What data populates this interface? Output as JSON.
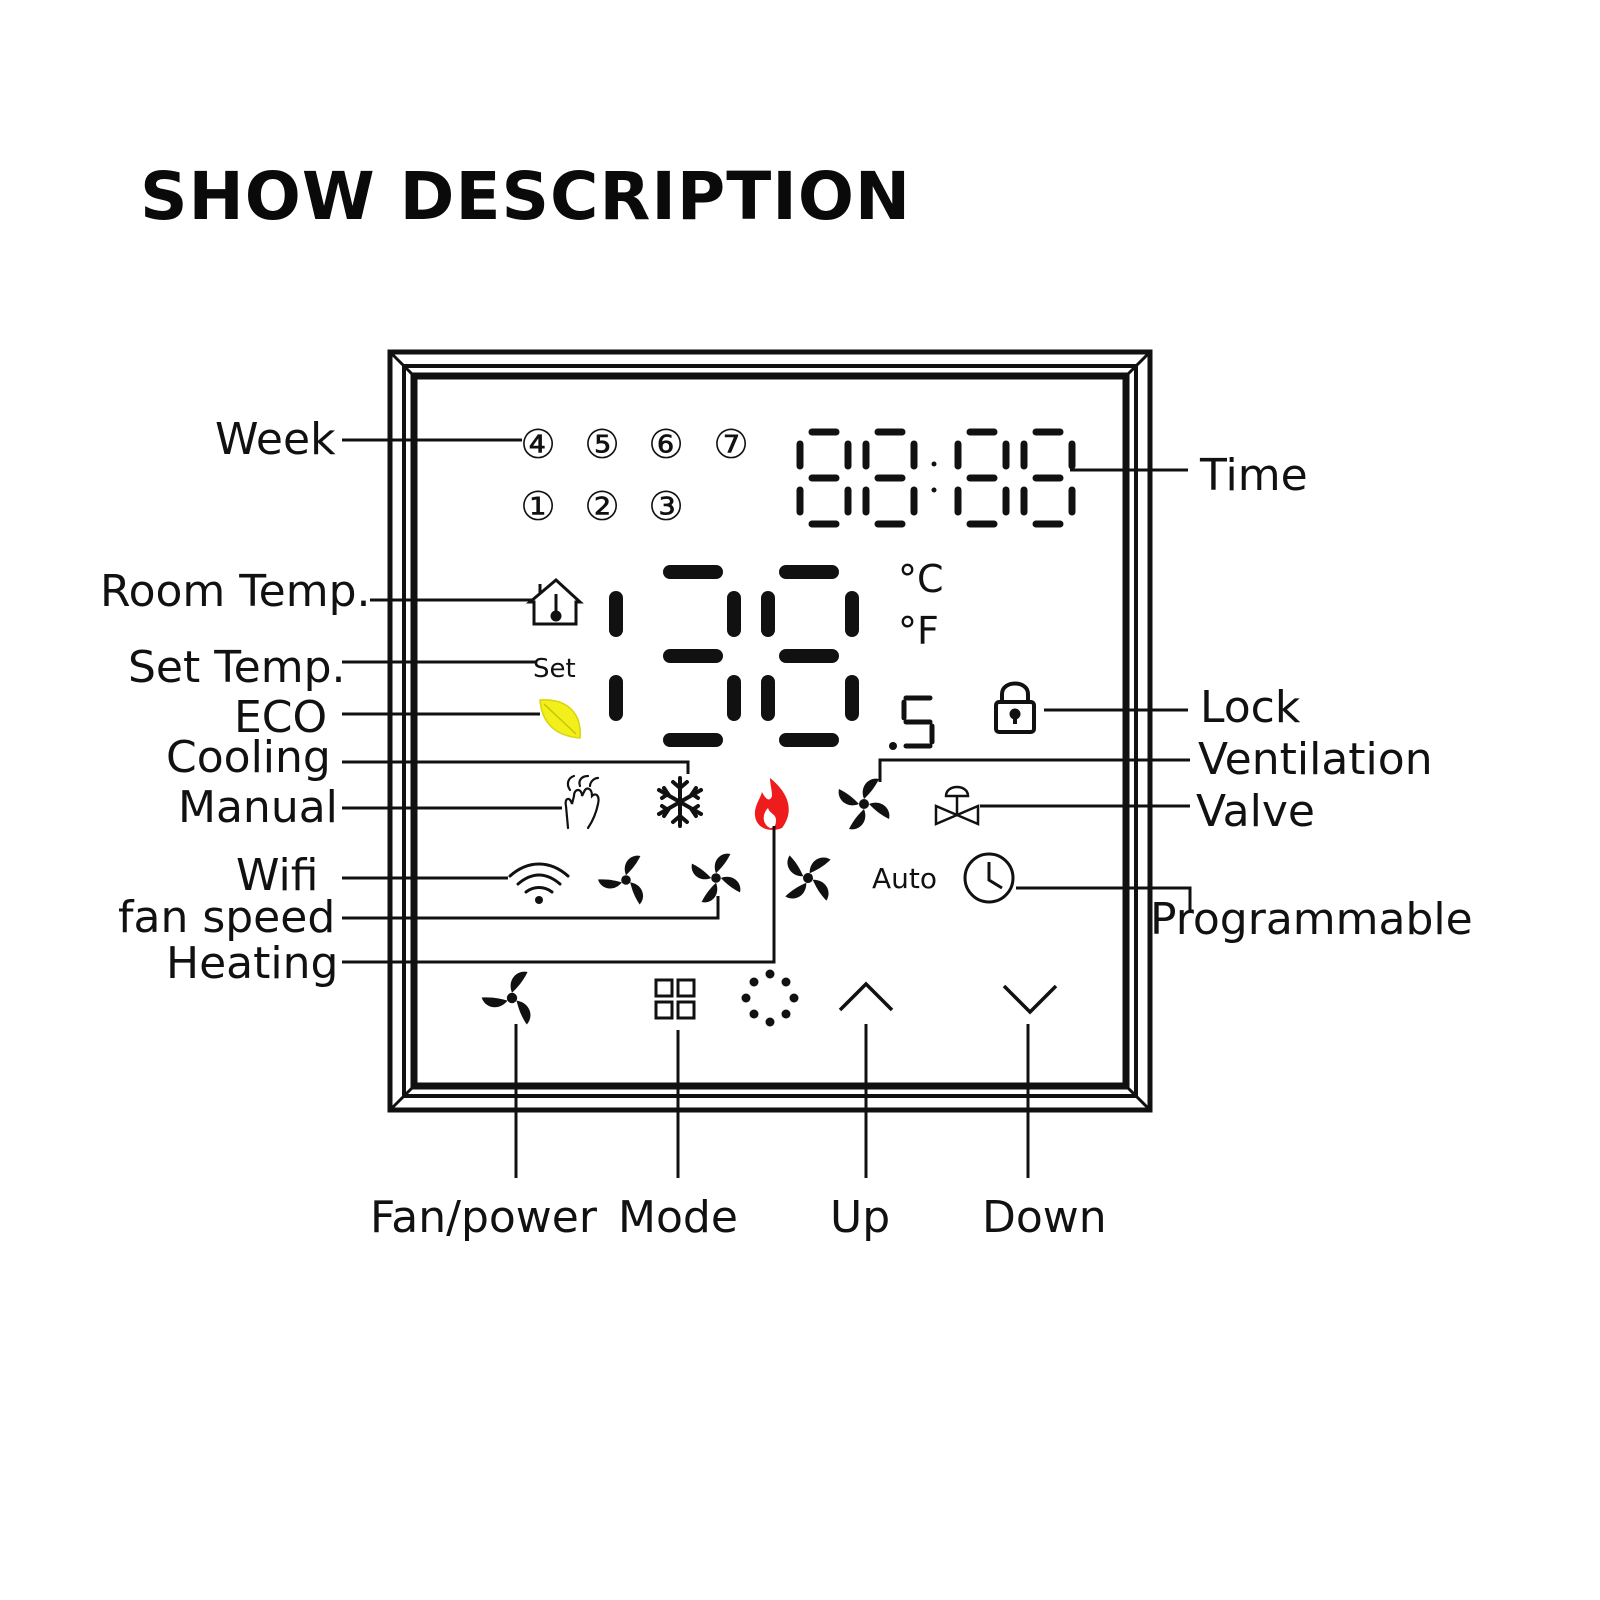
{
  "title": "SHOW DESCRIPTION",
  "labels": {
    "week": "Week",
    "time": "Time",
    "room_temp": "Room Temp.",
    "set_temp": "Set Temp.",
    "eco": "ECO",
    "cooling": "Cooling",
    "manual": "Manual",
    "wifi": "Wifi",
    "fan_speed": "fan speed",
    "heating": "Heating",
    "lock": "Lock",
    "ventilation": "Ventilation",
    "valve": "Valve",
    "programmable": "Programmable",
    "fan_power": "Fan/power",
    "mode": "Mode",
    "up": "Up",
    "down": "Down"
  },
  "display": {
    "week_days_top": [
      "④",
      "⑤",
      "⑥",
      "⑦"
    ],
    "week_days_bottom": [
      "①",
      "②",
      "③"
    ],
    "set_text": "Set",
    "unit_c": "°C",
    "unit_f": "°F",
    "auto_text": "Auto"
  },
  "colors": {
    "eco_leaf": "#f2ef1c",
    "heating_flame": "#ee1c1c",
    "line": "#111111"
  },
  "icons": [
    "house-thermometer-icon",
    "leaf-icon",
    "hand-icon",
    "snowflake-icon",
    "flame-icon",
    "fan-icon",
    "valve-icon",
    "lock-icon",
    "wifi-icon",
    "clock-icon",
    "mode-grid-icon",
    "dots-icon",
    "chevron-up-icon",
    "chevron-down-icon"
  ]
}
